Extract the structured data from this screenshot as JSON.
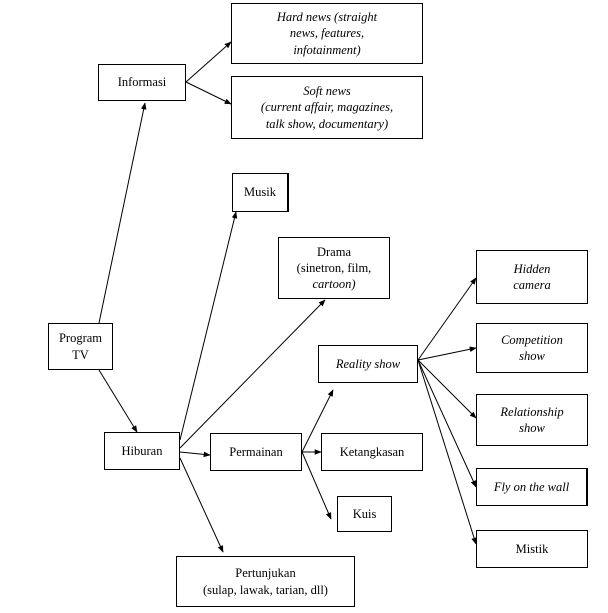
{
  "nodes": {
    "program_tv": [
      "Program",
      "TV"
    ],
    "informasi": [
      "Informasi"
    ],
    "hard_news": [
      "Hard news (straight",
      "news, features,",
      "infotainment)"
    ],
    "soft_news": [
      "Soft news",
      "(current affair, magazines,",
      "talk show, documentary)"
    ],
    "hiburan": [
      "Hiburan"
    ],
    "musik": [
      "Musik"
    ],
    "drama": [
      "Drama",
      "(sinetron, film,",
      "cartoon)"
    ],
    "permainan": [
      "Permainan"
    ],
    "reality_show": [
      "Reality show"
    ],
    "ketangkasan": [
      "Ketangkasan"
    ],
    "kuis": [
      "Kuis"
    ],
    "pertunjukan": [
      "Pertunjukan",
      "(sulap, lawak, tarian, dll)"
    ],
    "hidden_camera": [
      "Hidden",
      "camera"
    ],
    "competition_show": [
      "Competition",
      "show"
    ],
    "relationship_show": [
      "Relationship",
      "show"
    ],
    "fly_on_the_wall": [
      "Fly on the wall"
    ],
    "mistik": [
      "Mistik"
    ]
  }
}
